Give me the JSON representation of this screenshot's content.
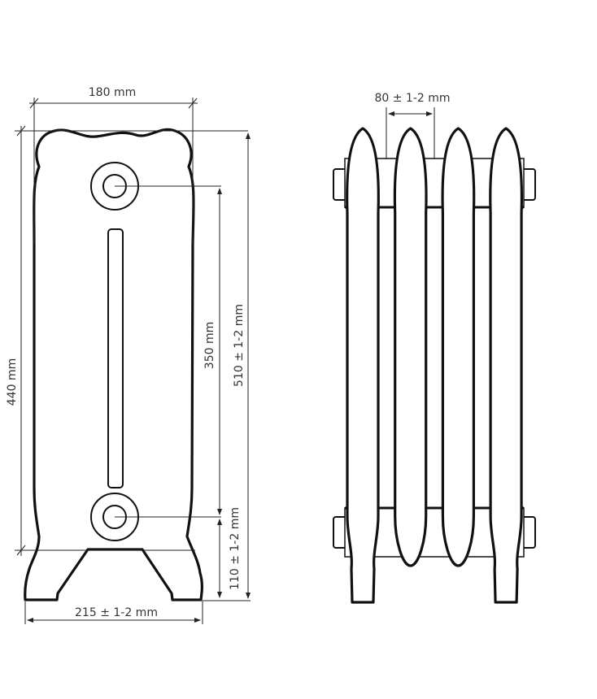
{
  "title": "Cast iron radiator dimensions",
  "side_view": {
    "width_label": "180 mm",
    "height_label": "440 mm",
    "axis_distance_label": "350 mm",
    "total_height_label": "510 ± 1-2 mm",
    "floor_to_axis_label": "110 ± 1-2 mm",
    "foot_width_label": "215 ± 1-2 mm"
  },
  "front_view": {
    "section_pitch_label": "80 ± 1-2 mm",
    "section_count": 4
  }
}
